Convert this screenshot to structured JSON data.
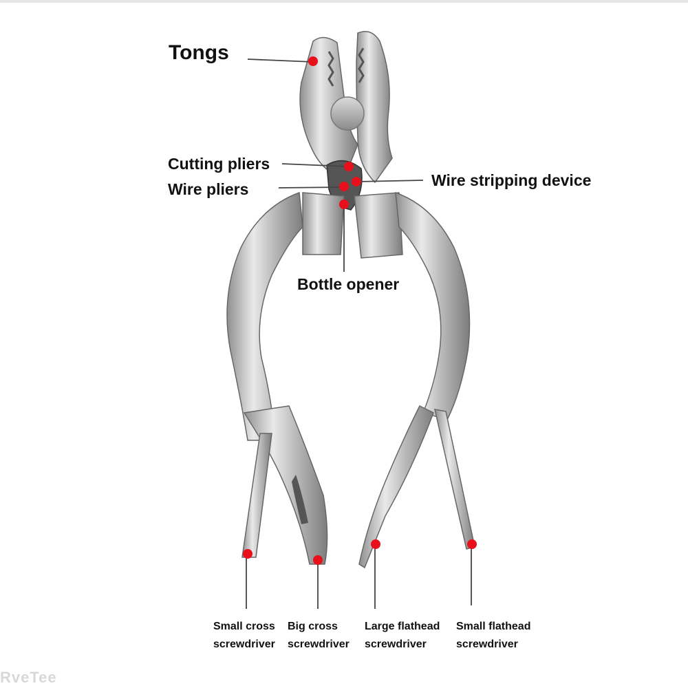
{
  "labels": {
    "tongs": "Tongs",
    "cutting_pliers": "Cutting pliers",
    "wire_pliers": "Wire pliers",
    "wire_stripping": "Wire stripping device",
    "bottle_opener": "Bottle opener",
    "small_cross_line1": "Small cross",
    "small_cross_line2": "screwdriver",
    "big_cross_line1": "Big cross",
    "big_cross_line2": "screwdriver",
    "large_flat_line1": "Large flathead",
    "large_flat_line2": "screwdriver",
    "small_flat_line1": "Small flathead",
    "small_flat_line2": "screwdriver"
  },
  "watermark": "RveTee",
  "colors": {
    "marker": "#e8101a",
    "steel": "#c9c9c9",
    "line": "#444444"
  }
}
